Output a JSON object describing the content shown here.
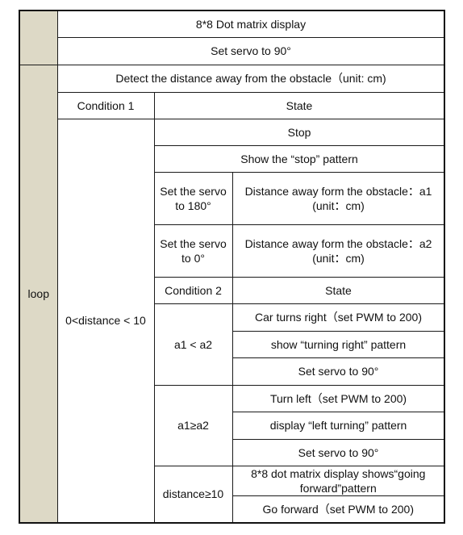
{
  "table": {
    "setup": {
      "row1": "8*8 Dot matrix display",
      "row2": "Set servo to 90°"
    },
    "loop_label": "loop",
    "detect": "Detect the distance away from the obstacle（unit: cm)",
    "header": {
      "condition": "Condition 1",
      "state": "State"
    },
    "cond1": {
      "label": "0<distance < 10",
      "stop": "Stop",
      "show_stop": "Show the “stop” pattern",
      "servo180": {
        "action_line1": "Set the servo",
        "action_line2": "to 180°",
        "measure_line1": "Distance away form the obstacle：a1",
        "measure_line2": "(unit：cm)"
      },
      "servo0": {
        "action_line1": "Set the servo",
        "action_line2": "to 0°",
        "measure_line1": "Distance away form the obstacle：a2",
        "measure_line2": "(unit：cm)"
      },
      "header2": {
        "condition": "Condition 2",
        "state": "State"
      },
      "a1_lt_a2": {
        "label": "a1 < a2",
        "items": [
          "Car turns right（set PWM to 200)",
          "show “turning right” pattern",
          "Set servo to 90°"
        ]
      },
      "a1_ge_a2": {
        "label": "a1≥a2",
        "items": [
          "Turn left（set PWM to 200)",
          "display “left turning” pattern",
          "Set servo to 90°"
        ]
      }
    },
    "cond2": {
      "label": "distance≥10",
      "items": [
        "8*8 dot matrix display shows“going forward”pattern",
        "Go forward（set PWM to 200)"
      ]
    }
  }
}
